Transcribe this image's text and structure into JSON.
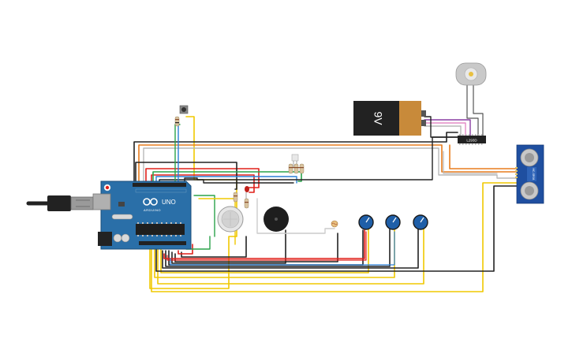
{
  "labels": {
    "arduino_brand": "UNO",
    "arduino_logo": "ARDUINO",
    "battery_label": "9V",
    "driver_label": "L293D",
    "sensor_label": "HC-SR04"
  },
  "colors": {
    "canvas": "#ffffff",
    "board": "#2a6fa8",
    "board_dark": "#1c4f7a",
    "wire_red": "#e0201a",
    "wire_black": "#222222",
    "wire_yellow": "#f0c800",
    "wire_green": "#2aa34a",
    "wire_orange": "#e87d1e",
    "wire_blue": "#2b7fd6",
    "wire_gray": "#b8b8b8",
    "wire_purple": "#8a3fa3",
    "wire_pink": "#e38bc6",
    "battery_body": "#222222",
    "battery_cap": "#c88a3a"
  }
}
